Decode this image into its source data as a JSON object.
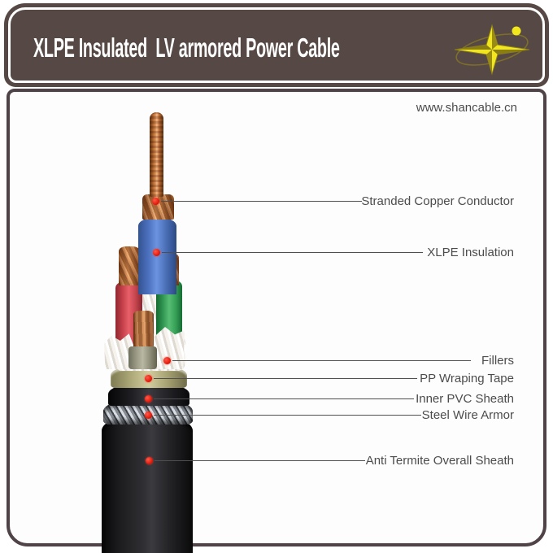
{
  "header": {
    "title": "XLPE Insulated  LV armored Power Cable",
    "logo": "compass-star-logo"
  },
  "website": "www.shancable.cn",
  "palette": {
    "header_brown": "#564844",
    "frame_border": "#4f4347",
    "label_text": "#4c4c4c",
    "callout_dot_red": "#e01708",
    "logo_yellow": "#f2e71c",
    "copper": "#c97a40",
    "xlpe_blue": "#5b82cd",
    "phase_red": "#d04a53",
    "phase_green": "#3da55c",
    "filler_white": "#f3f0ea",
    "pp_tape_olive": "#b3ae7d",
    "pvc_black": "#1d1d20",
    "armor_steel": "#aab0b8",
    "sheath_black": "#161618"
  },
  "callouts": [
    {
      "label": "Stranded Copper Conductor"
    },
    {
      "label": "XLPE Insulation"
    },
    {
      "label": "Fillers"
    },
    {
      "label": "PP Wraping Tape"
    },
    {
      "label": "Inner PVC Sheath"
    },
    {
      "label": "Steel Wire Armor"
    },
    {
      "label": "Anti Termite Overall Sheath"
    }
  ]
}
